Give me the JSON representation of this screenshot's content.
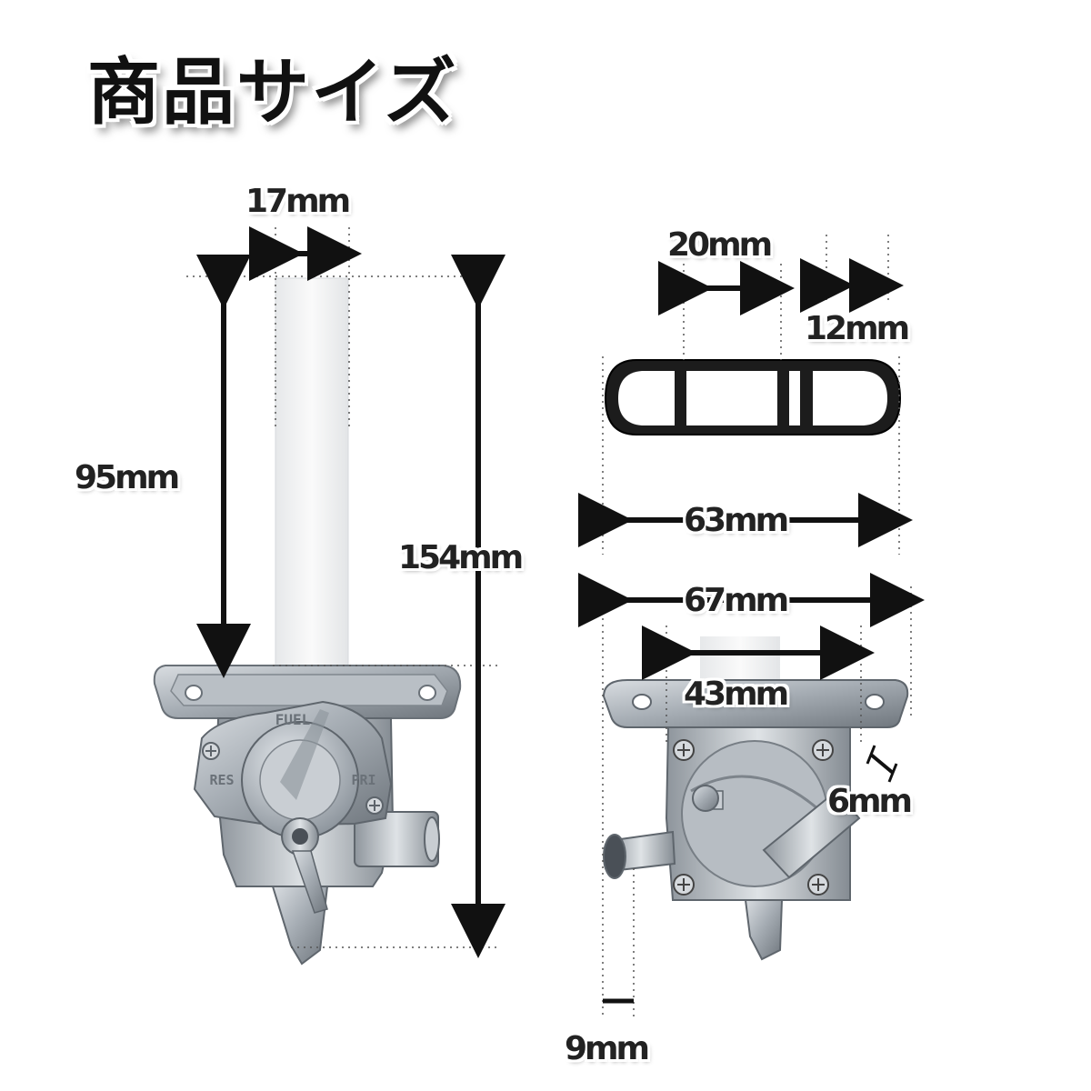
{
  "title": "商品サイズ",
  "dimensions": {
    "valve_width": "17mm",
    "pipe_length": "95mm",
    "total_height": "154mm",
    "gasket_hole_a": "20mm",
    "gasket_hole_b": "12mm",
    "gasket_length": "63mm",
    "flange_length": "67mm",
    "bolt_spacing": "43mm",
    "outlet_diameter": "6mm",
    "inlet_offset": "9mm"
  },
  "knob_labels": {
    "top": "FUEL",
    "left": "RES",
    "right": "PRI"
  },
  "colors": {
    "arrow": "#111111",
    "metal": "#a9b0b7",
    "metal_dark": "#6f767d",
    "tube": "#eef0f2",
    "gasket": "#1a1a1a"
  }
}
